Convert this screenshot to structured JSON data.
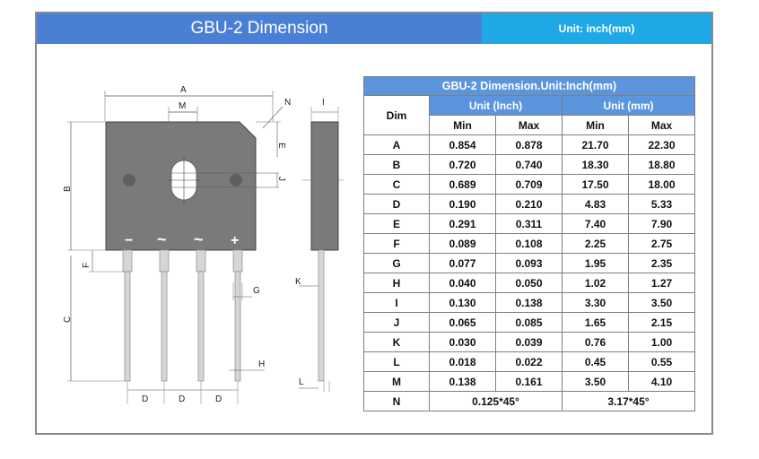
{
  "header": {
    "title": "GBU-2 Dimension",
    "unit_note": "Unit: inch(mm)"
  },
  "drawing": {
    "labels": {
      "A": "A",
      "B": "B",
      "C": "C",
      "D": "D",
      "E": "E",
      "F": "F",
      "G": "G",
      "H": "H",
      "I": "I",
      "J": "J",
      "K": "K",
      "L": "L",
      "M": "M",
      "N": "N"
    },
    "pin_marks": [
      "−",
      "~",
      "~",
      "+"
    ]
  },
  "table": {
    "title": "GBU-2 Dimension.Unit:Inch(mm)",
    "dim_header": "Dim",
    "unit_inch": "Unit (Inch)",
    "unit_mm": "Unit (mm)",
    "min": "Min",
    "max": "Max",
    "rows": [
      {
        "dim": "A",
        "in_min": "0.854",
        "in_max": "0.878",
        "mm_min": "21.70",
        "mm_max": "22.30"
      },
      {
        "dim": "B",
        "in_min": "0.720",
        "in_max": "0.740",
        "mm_min": "18.30",
        "mm_max": "18.80"
      },
      {
        "dim": "C",
        "in_min": "0.689",
        "in_max": "0.709",
        "mm_min": "17.50",
        "mm_max": "18.00"
      },
      {
        "dim": "D",
        "in_min": "0.190",
        "in_max": "0.210",
        "mm_min": "4.83",
        "mm_max": "5.33"
      },
      {
        "dim": "E",
        "in_min": "0.291",
        "in_max": "0.311",
        "mm_min": "7.40",
        "mm_max": "7.90"
      },
      {
        "dim": "F",
        "in_min": "0.089",
        "in_max": "0.108",
        "mm_min": "2.25",
        "mm_max": "2.75"
      },
      {
        "dim": "G",
        "in_min": "0.077",
        "in_max": "0.093",
        "mm_min": "1.95",
        "mm_max": "2.35"
      },
      {
        "dim": "H",
        "in_min": "0.040",
        "in_max": "0.050",
        "mm_min": "1.02",
        "mm_max": "1.27"
      },
      {
        "dim": "I",
        "in_min": "0.130",
        "in_max": "0.138",
        "mm_min": "3.30",
        "mm_max": "3.50"
      },
      {
        "dim": "J",
        "in_min": "0.065",
        "in_max": "0.085",
        "mm_min": "1.65",
        "mm_max": "2.15"
      },
      {
        "dim": "K",
        "in_min": "0.030",
        "in_max": "0.039",
        "mm_min": "0.76",
        "mm_max": "1.00"
      },
      {
        "dim": "L",
        "in_min": "0.018",
        "in_max": "0.022",
        "mm_min": "0.45",
        "mm_max": "0.55"
      },
      {
        "dim": "M",
        "in_min": "0.138",
        "in_max": "0.161",
        "mm_min": "3.50",
        "mm_max": "4.10"
      }
    ],
    "n_row": {
      "dim": "N",
      "inch": "0.125*45°",
      "mm": "3.17*45°"
    }
  }
}
